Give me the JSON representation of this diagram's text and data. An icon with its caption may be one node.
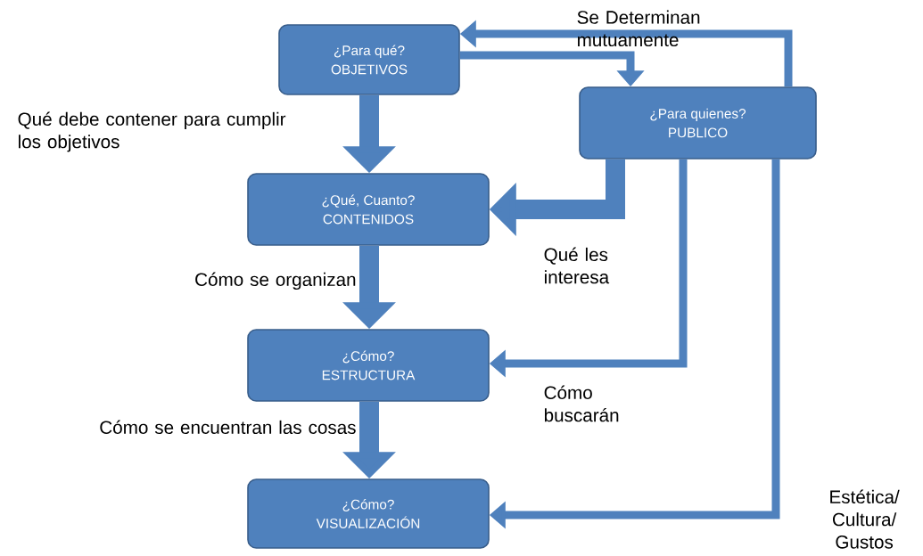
{
  "diagram": {
    "nodes": [
      {
        "text": [
          "¿Para qué?",
          "OBJETIVOS"
        ]
      },
      {
        "text": [
          "¿Para quienes?",
          "PUBLICO"
        ]
      },
      {
        "text": [
          "¿Qué, Cuanto?",
          "CONTENIDOS"
        ]
      },
      {
        "text": [
          "¿Cómo?",
          "ESTRUCTURA"
        ]
      },
      {
        "text": [
          "¿Cómo?",
          "VISUALIZACIÓN"
        ]
      }
    ],
    "edges": [
      {
        "from": 0,
        "to": 1,
        "arrow": "to"
      },
      {
        "from": 1,
        "to": 0,
        "arrow": "to",
        "label": "Se Determinan mutuamente"
      },
      {
        "from": 0,
        "to": 2,
        "arrow": "to",
        "style": "thick",
        "label": "Qué debe contener para cumplir los objetivos"
      },
      {
        "from": 1,
        "to": 2,
        "arrow": "to",
        "style": "thick",
        "label": "Qué les interesa"
      },
      {
        "from": 2,
        "to": 3,
        "arrow": "to",
        "style": "thick",
        "label": "Cómo se organizan"
      },
      {
        "from": 1,
        "to": 3,
        "arrow": "to",
        "label": "Cómo buscarán"
      },
      {
        "from": 3,
        "to": 4,
        "arrow": "to",
        "style": "thick",
        "label": "Cómo se encuentran las cosas"
      },
      {
        "from": 1,
        "to": 4,
        "arrow": "to",
        "label": "Estética/ Cultura/ Gustos"
      }
    ]
  }
}
